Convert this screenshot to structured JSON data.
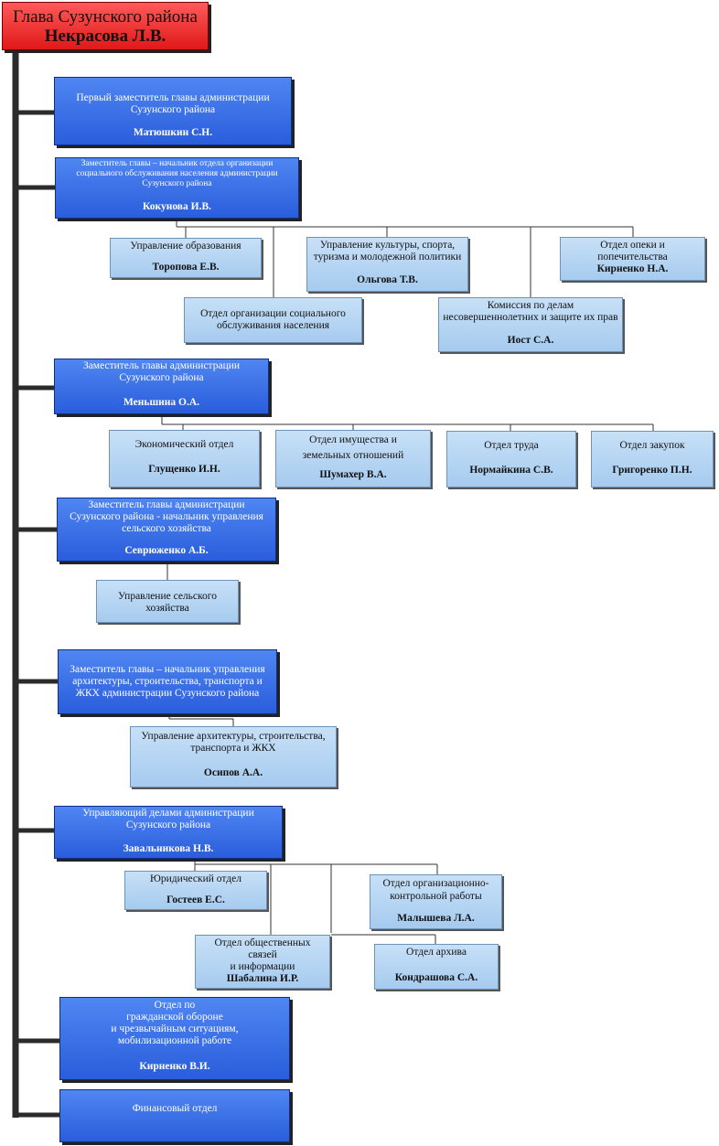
{
  "head": {
    "title": "Глава Сузунского района",
    "name": "Некрасова Л.В."
  },
  "units": {
    "first_deputy": {
      "title": "Первый заместитель главы администрации\nСузунского района",
      "name": "Матюшкин С.Н."
    },
    "social_deputy": {
      "title": "Заместитель главы – начальник отдела организации\nсоциального обслуживания населения администрации\nСузунского района",
      "name": "Кокунова И.В."
    },
    "education": {
      "title": "Управление образования",
      "name": "Торопова Е.В."
    },
    "social_service": {
      "title": "Отдел организации социального\nобслуживания населения",
      "name": ""
    },
    "culture": {
      "title": "Управление культуры, спорта,\nтуризма и молодежной политики",
      "name": "Ольгова Т.В."
    },
    "juvenile": {
      "title": "Комиссия по делам\nнесовершеннолетних и защите их прав",
      "name": "Иост С.А."
    },
    "guardianship": {
      "title": "Отдел опеки и попечительства",
      "name": "Кирненко Н.А."
    },
    "deputy": {
      "title": "Заместитель главы администрации\nСузунского района",
      "name": "Меньшина О.А."
    },
    "economic": {
      "title": "Экономический отдел",
      "name": "Глущенко И.Н."
    },
    "property": {
      "title": "Отдел имущества и\nземельных отношений",
      "name": "Шумахер В.А."
    },
    "labor": {
      "title": "Отдел труда",
      "name": "Нормайкина С.В."
    },
    "procurement": {
      "title": "Отдел закупок",
      "name": "Григоренко П.Н."
    },
    "agri_deputy": {
      "title": "Заместитель главы администрации\nСузунского района - начальник управления\nсельского хозяйства",
      "name": "Севрюженко А.Б."
    },
    "agriculture": {
      "title": "Управление сельского\nхозяйства",
      "name": ""
    },
    "arch_deputy": {
      "title": "Заместитель главы – начальник управления\nархитектуры, строительства, транспорта и\nЖКХ администрации Сузунского района",
      "name": ""
    },
    "architecture": {
      "title": "Управление архитектуры, строительства,\nтранспорта и ЖКХ",
      "name": "Осипов А.А."
    },
    "affairs_manager": {
      "title": "Управляющий делами администрации\nСузунского района",
      "name": "Завальникова Н.В."
    },
    "legal": {
      "title": "Юридический отдел",
      "name": "Гостеев Е.С."
    },
    "control": {
      "title": "Отдел организационно-\nконтрольной работы",
      "name": "Малышева Л.А."
    },
    "public_relations": {
      "title": "Отдел общественных связей\nи информации",
      "name": "Шабалина И.Р."
    },
    "archive": {
      "title": "Отдел архива",
      "name": "Кондрашова С.А."
    },
    "civil_defense": {
      "title": "Отдел по\nгражданской обороне\nи чрезвычайным ситуациям,\nмобилизационной работе",
      "name": "Кирненко В.И."
    },
    "finance": {
      "title": "Финансовый отдел",
      "name": ""
    }
  },
  "colors": {
    "head": "#e01818",
    "deputy": "#2a5ddc",
    "department": "#a6cbef"
  }
}
